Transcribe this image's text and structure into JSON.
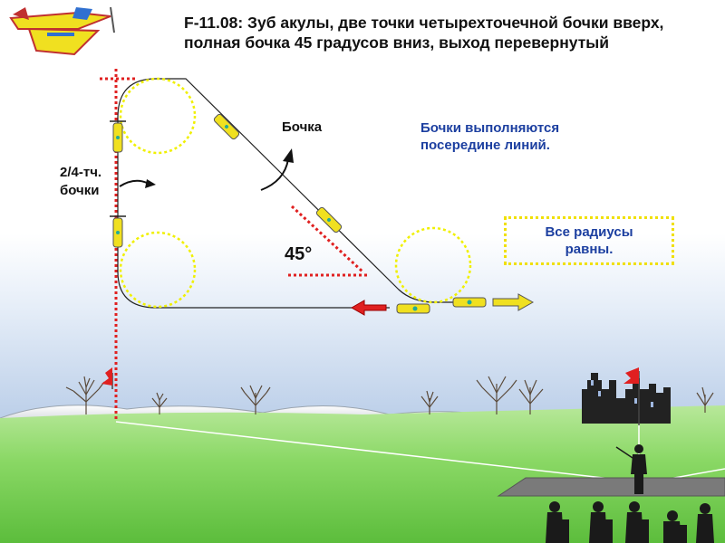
{
  "title": "F-11.08: Зуб акулы, две точки четырехточечной бочки вверх, полная бочка 45 градусов вниз, выход перевернутый",
  "labels": {
    "rolls_left_line1": "2/4-тч.",
    "rolls_left_line2": "бочки",
    "roll_label": "Бочка",
    "rolls_note_line1": "Бочки выполняются",
    "rolls_note_line2": "посередине линий.",
    "radii_line1": "Все радиусы",
    "radii_line2": "равны.",
    "angle": "45°"
  },
  "colors": {
    "sky": "#2f5fd0",
    "grass": "#7fd05a",
    "circle_dots": "#f0f000",
    "guide_red": "#e02020",
    "plane": "#f0e020",
    "label_blue": "#1c3fa0"
  },
  "icons": {
    "top_left_plane": "aerobatic-plane-icon",
    "wind_direction": "red-arrow-left-icon",
    "exit_direction": "yellow-arrow-right-icon",
    "flag": "red-flag-icon",
    "castle": "castle-silhouette-icon",
    "pilot": "pilot-silhouette-icon",
    "judges": "judges-silhouette-icon"
  }
}
